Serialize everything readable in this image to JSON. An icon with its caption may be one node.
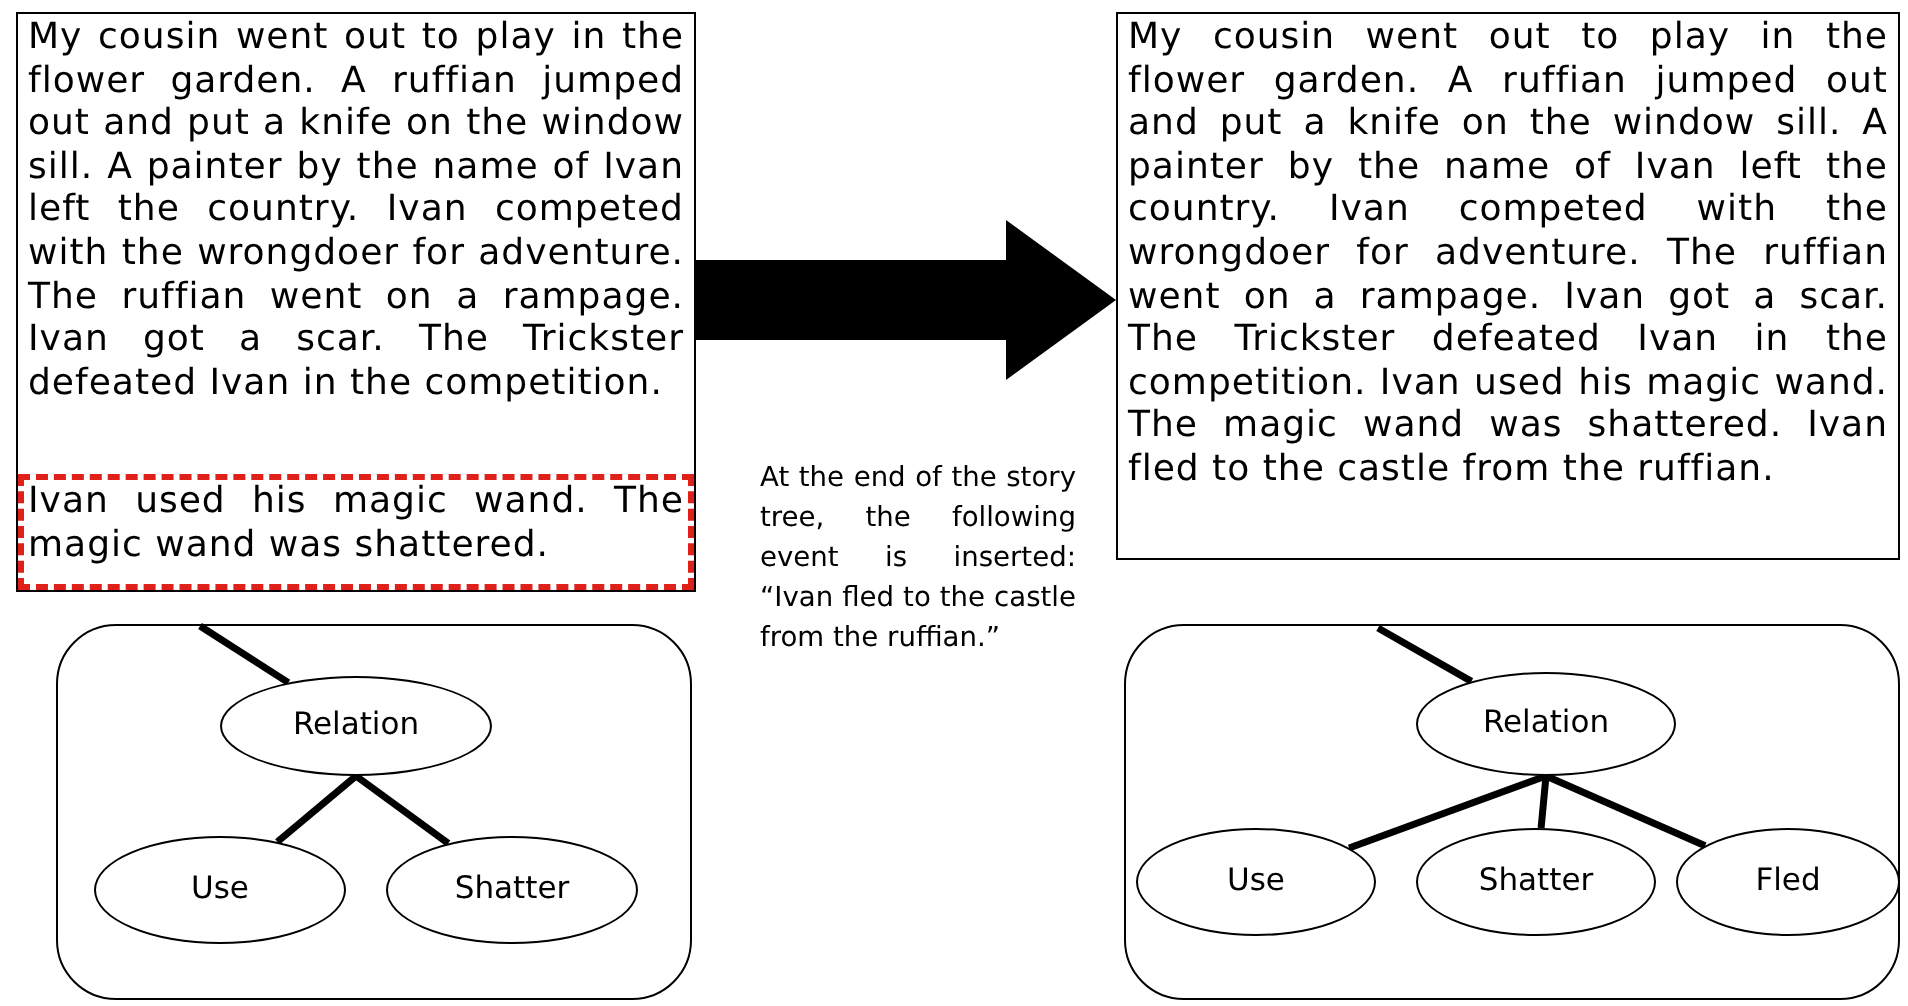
{
  "diagram": {
    "nodes": [
      {
        "text": [
          "My cousin went out to play in the flower garden. A ruffian jumped out and put a knife on the window sill. A painter by the name of Ivan left the country. Ivan competed with the wrongdoer for adventure. The ruffian went on a rampage. Ivan got a scar. The Trickster defeated Ivan in the competition."
        ]
      },
      {
        "text": [
          "Ivan used his magic wand. The magic wand was shattered."
        ],
        "in": 0
      },
      {
        "text": [],
        "shape": "box"
      },
      {
        "text": [
          "Relation"
        ],
        "in": 2
      },
      {
        "text": [
          "Use"
        ],
        "in": 2
      },
      {
        "text": [
          "Shatter"
        ],
        "in": 2
      },
      {
        "text": [
          "My cousin went out to play in the flower garden. A ruffian jumped out and put a knife on the window sill. A painter by the name of Ivan left the country. Ivan competed with the wrongdoer for adventure. The ruffian went on a rampage. Ivan got a scar. The Trickster defeated Ivan in the competition. Ivan used his magic wand. The magic wand was shattered. Ivan fled to the castle from the ruffian."
        ]
      },
      {
        "text": [],
        "shape": "box"
      },
      {
        "text": [
          "Relation"
        ],
        "in": 7
      },
      {
        "text": [
          "Use"
        ],
        "in": 7
      },
      {
        "text": [
          "Shatter"
        ],
        "in": 7
      },
      {
        "text": [
          "Fled"
        ],
        "in": 7
      }
    ],
    "edges": [
      {
        "from": 0,
        "to": 6,
        "arrow": "to",
        "style": "thick"
      },
      {
        "from": null,
        "to": 3,
        "arrow": "none"
      },
      {
        "from": 3,
        "to": 4,
        "arrow": "none"
      },
      {
        "from": 3,
        "to": 5,
        "arrow": "none"
      },
      {
        "from": null,
        "to": 8,
        "arrow": "none"
      },
      {
        "from": 8,
        "to": 9,
        "arrow": "none"
      },
      {
        "from": 8,
        "to": 10,
        "arrow": "none"
      },
      {
        "from": 8,
        "to": 11,
        "arrow": "none"
      }
    ],
    "labels": [
      "At the end of the story tree, the following event is inserted: “Ivan fled to the castle from the ruffian.”"
    ]
  }
}
